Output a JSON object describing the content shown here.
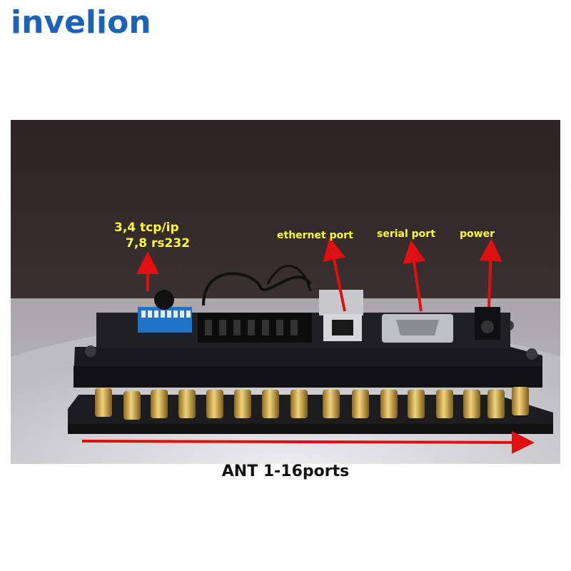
{
  "brand": {
    "logo_text": "invelion",
    "color": "#1b63b8"
  },
  "annotations": {
    "dip_switch_line1": "3,4 tcp/ip",
    "dip_switch_line2": "7,8 rs232",
    "ethernet": "ethernet port",
    "serial": "serial port",
    "power": "power",
    "label_color": "#ffff33",
    "arrow_color": "#e01010"
  },
  "caption": "ANT 1-16ports",
  "antenna_port_count": 16
}
